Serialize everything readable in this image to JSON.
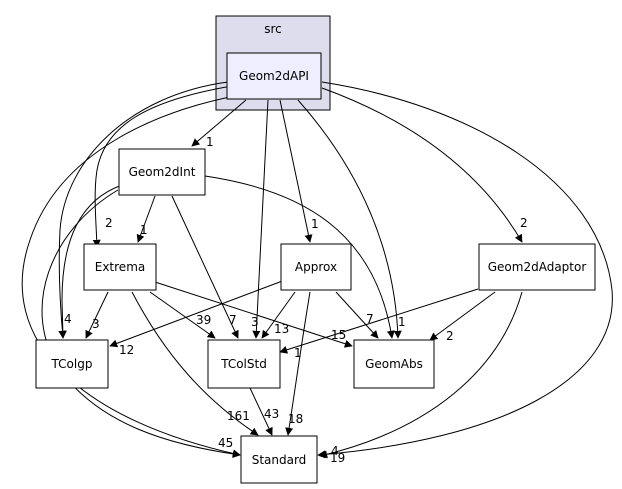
{
  "cluster": {
    "label": "src"
  },
  "colors": {
    "cluster_fill": "#ddddee",
    "cluster_stroke": "#000000",
    "focus_fill": "#eeeeff",
    "node_fill": "#ffffff",
    "edge": "#000000"
  },
  "nodes": {
    "geom2dapi": "Geom2dAPI",
    "geom2dint": "Geom2dInt",
    "extrema": "Extrema",
    "approx": "Approx",
    "geom2dadaptor": "Geom2dAdaptor",
    "tcolgp": "TColgp",
    "tcolstd": "TColStd",
    "geomabs": "GeomAbs",
    "standard": "Standard"
  },
  "edges": {
    "api_int": "1",
    "api_ext": "2",
    "api_approx": "1",
    "api_adaptor": "2",
    "api_tcolgp": "4",
    "api_tcolstd": "3",
    "api_geomabs": "1",
    "api_standard": "4",
    "int_ext": "1",
    "int_tcolgp": "",
    "int_tcolstd": "7",
    "int_geomabs": "",
    "int_standard": "45",
    "ext_tcolgp": "3",
    "ext_tcolstd": "39",
    "ext_geomabs": "15",
    "ext_standard": "161",
    "approx_tcolgp": "12",
    "approx_tcolstd": "13",
    "approx_geomabs": "7",
    "approx_standard": "18",
    "adaptor_tcolstd": "1",
    "adaptor_geomabs": "2",
    "adaptor_standard": "19",
    "tcolstd_standard": "43"
  }
}
